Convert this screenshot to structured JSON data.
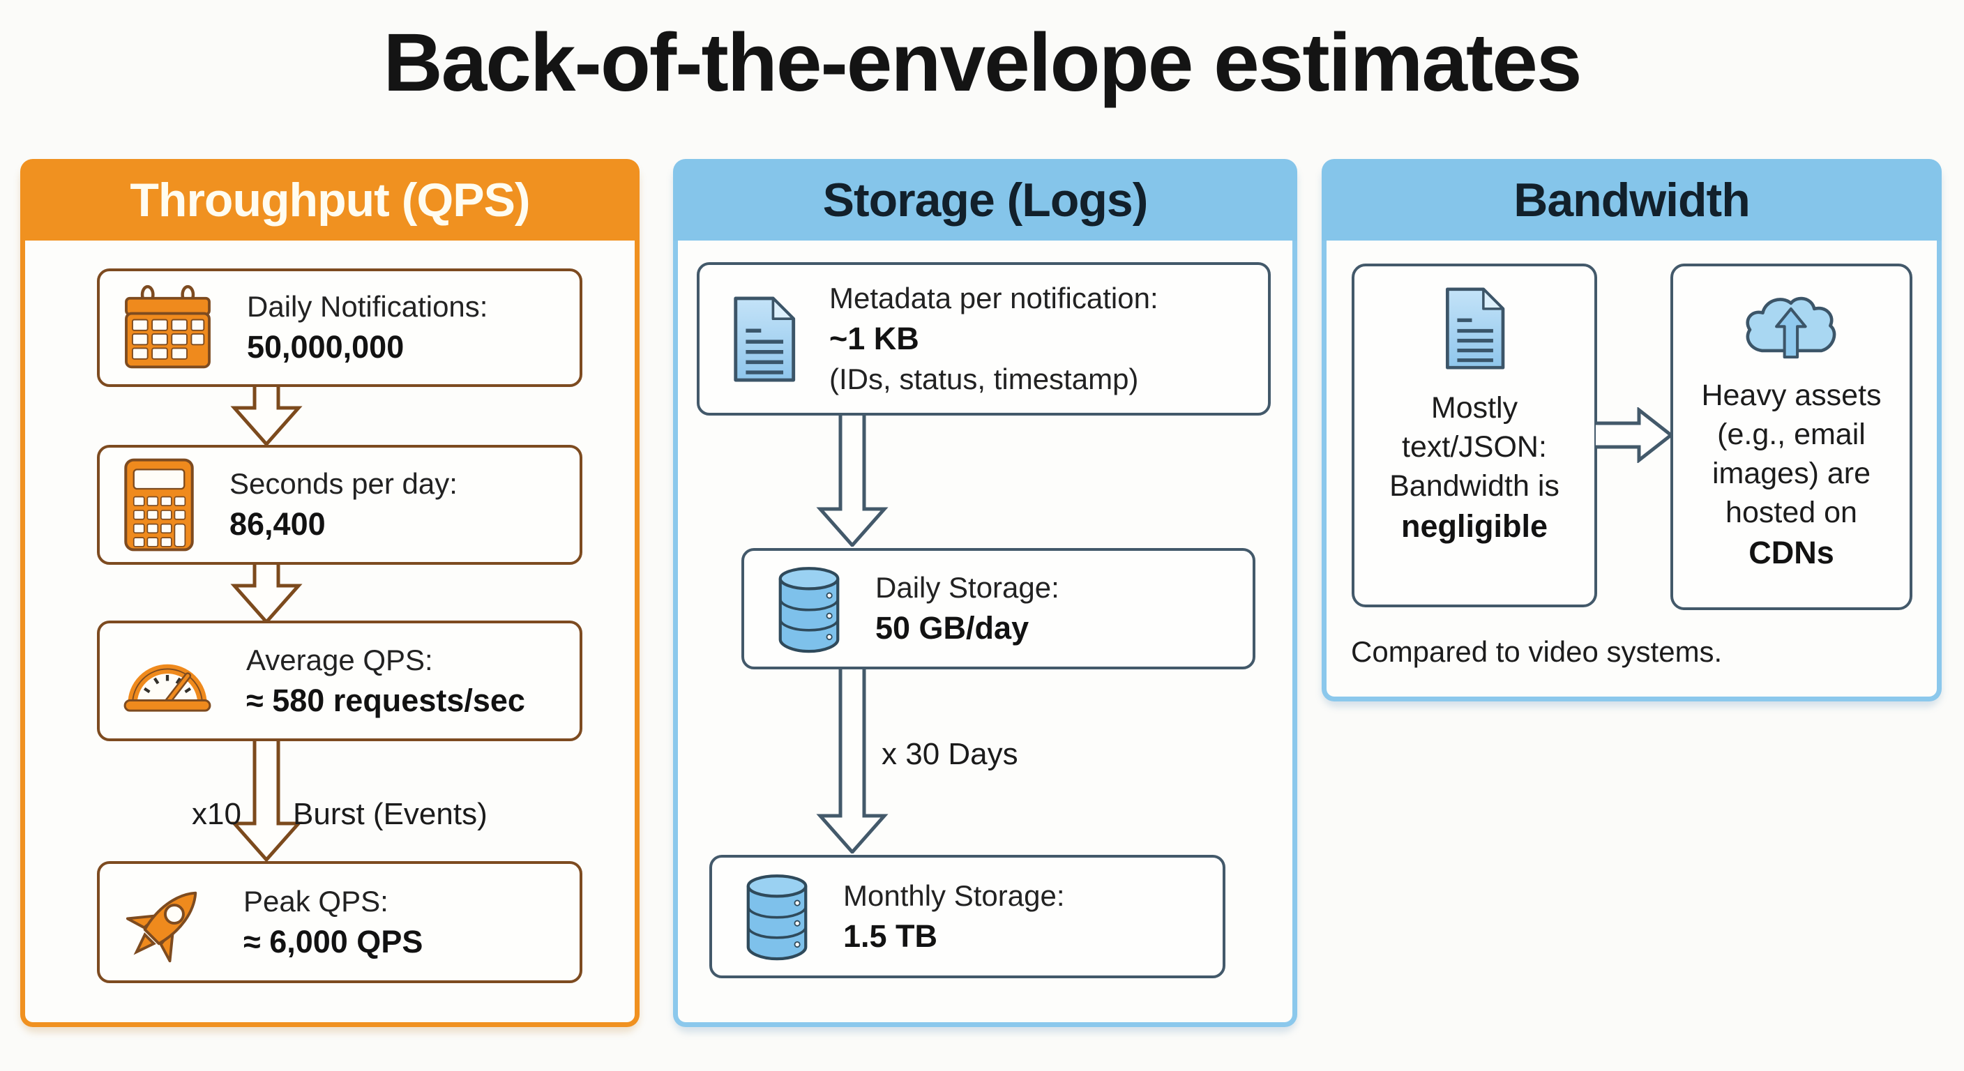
{
  "title": "Back-of-the-envelope estimates",
  "throughput": {
    "header": "Throughput (QPS)",
    "cards": [
      {
        "icon": "calendar-icon",
        "label": "Daily Notifications:",
        "value": "50,000,000"
      },
      {
        "icon": "calculator-icon",
        "label": "Seconds per day:",
        "value": "86,400"
      },
      {
        "icon": "gauge-icon",
        "label": "Average QPS:",
        "value": "≈ 580 requests/sec"
      },
      {
        "icon": "rocket-icon",
        "label": "Peak QPS:",
        "value": "≈ 6,000 QPS"
      }
    ],
    "burst_left_label": "x10",
    "burst_right_label": "Burst (Events)"
  },
  "storage": {
    "header": "Storage (Logs)",
    "metadata_card": {
      "line1": "Metadata per notification:",
      "value": "~1 KB",
      "line3": "(IDs, status, timestamp)"
    },
    "daily_card": {
      "label": "Daily Storage:",
      "value": "50 GB/day"
    },
    "multiplier_label": "x 30 Days",
    "monthly_card": {
      "label": "Monthly Storage:",
      "value": "1.5 TB"
    }
  },
  "bandwidth": {
    "header": "Bandwidth",
    "left_card": {
      "line1": "Mostly",
      "line2": "text/JSON:",
      "line3": "Bandwidth is",
      "value": "negligible"
    },
    "right_card": {
      "line1": "Heavy assets",
      "line2": "(e.g., email",
      "line3": "images) are",
      "line4": "hosted on",
      "value": "CDNs"
    },
    "caption": "Compared to video systems."
  },
  "colors": {
    "orange_accent": "#f09120",
    "orange_card_border": "#7d4b20",
    "blue_accent": "#85c5ea",
    "slate_border": "#43596a",
    "icon_blue_fill": "#9fd0f0",
    "icon_db_fill": "#7ec1eb",
    "title_text": "#141414"
  }
}
